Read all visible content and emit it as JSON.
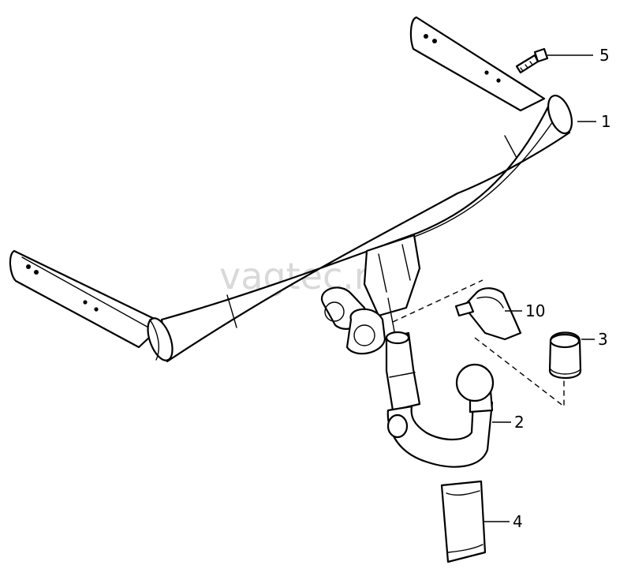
{
  "watermark": "vagtec.ru",
  "callouts": [
    {
      "id": "1",
      "label": "1"
    },
    {
      "id": "2",
      "label": "2"
    },
    {
      "id": "3",
      "label": "3"
    },
    {
      "id": "4",
      "label": "4"
    },
    {
      "id": "5",
      "label": "5"
    },
    {
      "id": "10",
      "label": "10"
    }
  ],
  "colors": {
    "line": "#000000",
    "background": "#ffffff",
    "watermark": "#d9d9d9"
  }
}
